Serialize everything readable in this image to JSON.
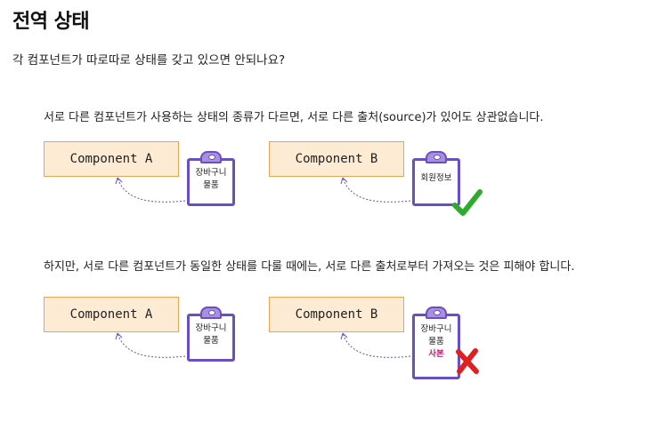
{
  "title": "전역 상태",
  "subtitle": "각 컴포넌트가 따로따로 상태를 갖고 있으면 안되나요?",
  "section1": {
    "text": "서로 다른 컴포넌트가 사용하는 상태의 종류가 다르면, 서로 다른 출처(source)가 있어도 상관없습니다.",
    "component_a": "Component A",
    "component_b": "Component B",
    "clip_a": [
      "장바구니",
      "물품"
    ],
    "clip_b": [
      "회원정보"
    ],
    "mark": "check-icon"
  },
  "section2": {
    "text": "하지만, 서로 다른 컴포넌트가 동일한 상태를 다룰 때에는, 서로 다른 출처로부터 가져오는 것은 피해야 합니다.",
    "component_a": "Component A",
    "component_b": "Component B",
    "clip_a": [
      "장바구니",
      "물품"
    ],
    "clip_b": [
      "장바구니",
      "물품"
    ],
    "clip_b_copy": "사본",
    "mark": "x-icon"
  },
  "colors": {
    "component_fill": "#fdebd3",
    "component_border": "#e8a556",
    "clipboard": "#6a4fc0",
    "check": "#2eaa2e",
    "cross": "#e02020",
    "copy_text": "#c0207a"
  }
}
